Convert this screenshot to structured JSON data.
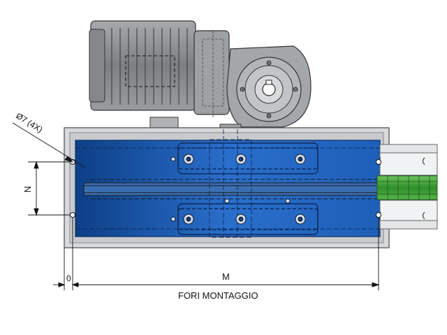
{
  "labels": {
    "hole_spec": "Ø7 (4X)",
    "dim_n": "N",
    "dim_zero": "0",
    "dim_m": "M",
    "caption": "FORI MONTAGGIO"
  },
  "colors": {
    "housing_blue": "#1f5fb8",
    "chain_green": "#3fa83a",
    "motor_grey": "#8f9295",
    "frame_grey": "#d2d4d6",
    "line_dark": "#222222"
  }
}
